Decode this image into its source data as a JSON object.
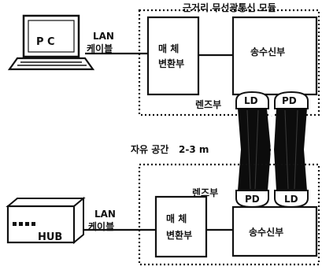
{
  "module_title": "근거리 무선광통신 모듈",
  "pc_label": "P C",
  "hub_label": "HUB",
  "top_cable": {
    "line1": "LAN",
    "line2": "케이블"
  },
  "bottom_cable": {
    "line1": "LAN",
    "line2": "케이블"
  },
  "top_converter": {
    "line1": "매    체",
    "line2": "변환부"
  },
  "bottom_converter": {
    "line1": "매    체",
    "line2": "변환부"
  },
  "top_transceiver": "송수신부",
  "bottom_transceiver": "송수신부",
  "top_lens": "렌즈부",
  "bottom_lens": "렌즈부",
  "top_ld": "LD",
  "top_pd": "PD",
  "bottom_pd": "PD",
  "bottom_ld": "LD",
  "free_space": "자유 공간",
  "distance": "2-3 m"
}
